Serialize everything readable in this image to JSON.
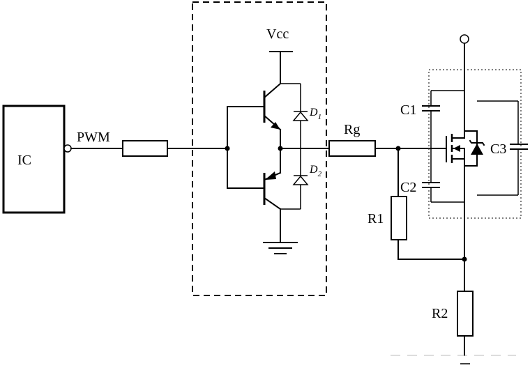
{
  "labels": {
    "ic": "IC",
    "pwm": "PWM",
    "vcc": "Vcc",
    "d1": "D",
    "d1_sub": "1",
    "d2": "D",
    "d2_sub": "2",
    "rg": "Rg",
    "c1": "C1",
    "c2": "C2",
    "c3": "C3",
    "r1": "R1",
    "r2": "R2"
  }
}
